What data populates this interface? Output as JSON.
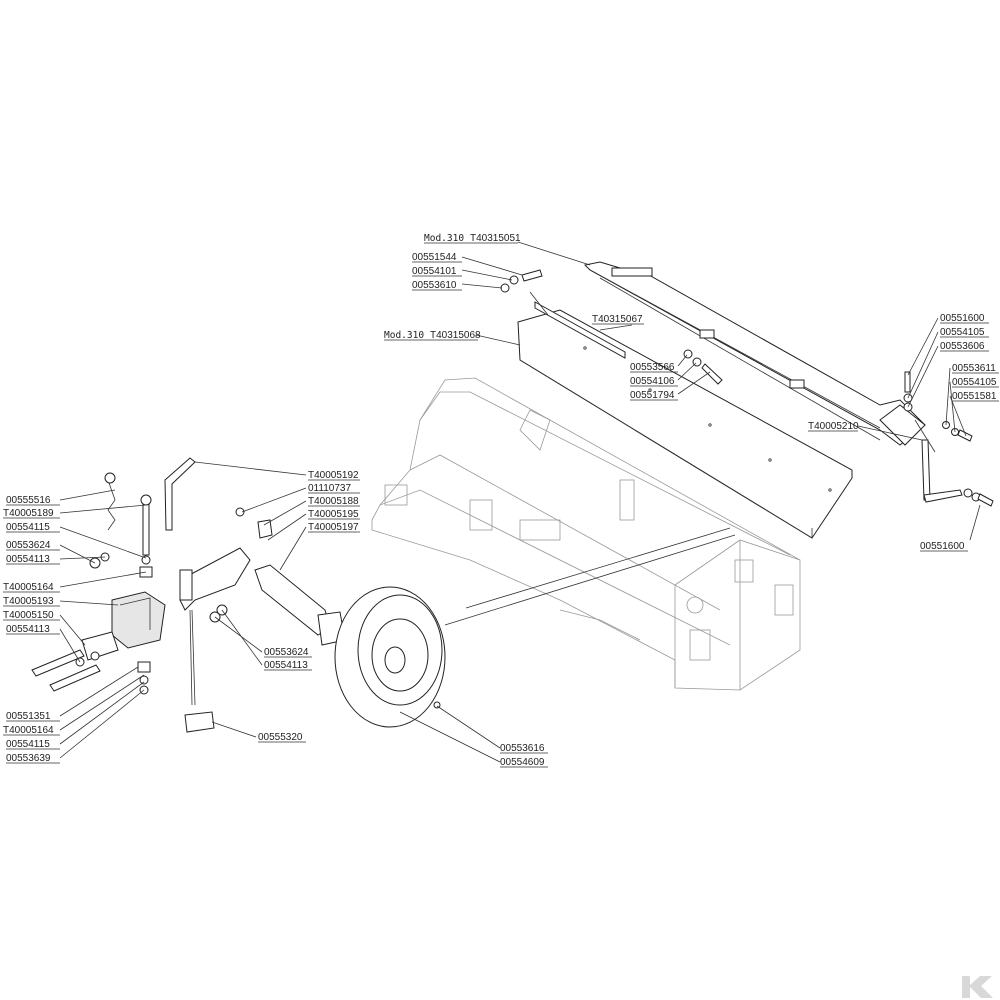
{
  "labels": {
    "t40315051": "T40315051",
    "mod_a": "Mod.310",
    "p00551544": "00551544",
    "p00554101": "00554101",
    "p00553610": "00553610",
    "t40315067": "T40315067",
    "mod_b": "Mod.310",
    "t40315068": "T40315068",
    "p00553566": "00553566",
    "p00554106": "00554106",
    "p00551794": "00551794",
    "p00551600_a": "00551600",
    "p00554105_a": "00554105",
    "p00553606": "00553606",
    "p00553611": "00553611",
    "p00554105_b": "00554105",
    "p00551581": "00551581",
    "t40005210": "T40005210",
    "p00551600_b": "00551600",
    "t40005192": "T40005192",
    "p01110737": "01110737",
    "t40005188": "T40005188",
    "t40005195": "T40005195",
    "t40005197": "T40005197",
    "p00555516": "00555516",
    "t40005189": "T40005189",
    "p00554115_a": "00554115",
    "p00553624_a": "00553624",
    "p00554113_a": "00554113",
    "t40005164_a": "T40005164",
    "t40005193": "T40005193",
    "t40005150": "T40005150",
    "p00554113_b": "00554113",
    "p00553624_b": "00553624",
    "p00554113_c": "00554113",
    "p00551351": "00551351",
    "t40005164_b": "T40005164",
    "p00554115_b": "00554115",
    "p00553639": "00553639",
    "p00555320": "00555320",
    "p00553616": "00553616",
    "p00554609": "00554609"
  },
  "icons": {
    "brand_mark": "brand-logo-icon"
  },
  "colors": {
    "line": "#222222",
    "background": "#ffffff",
    "logo": "#d8d8d8"
  }
}
